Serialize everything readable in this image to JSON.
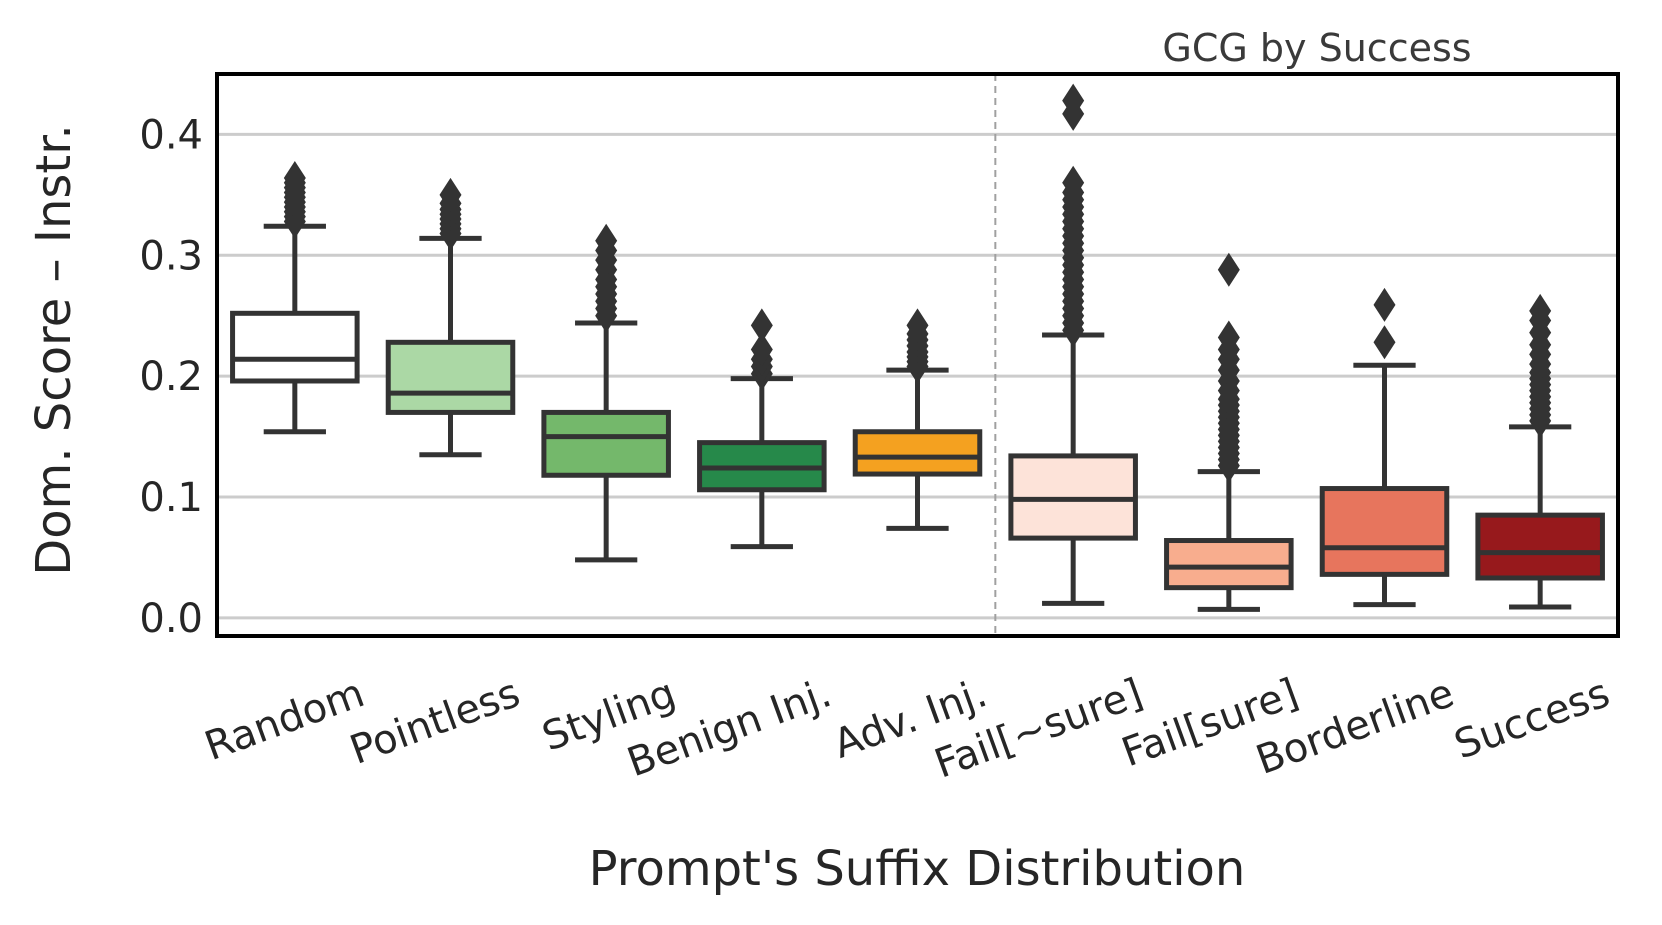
{
  "chart_data": {
    "type": "box",
    "annotation": "GCG by Success",
    "xlabel": "Prompt's Suffix Distribution",
    "ylabel": "Dom. Score – Instr.",
    "ylim": [
      -0.015,
      0.45
    ],
    "yticks": [
      "0.0",
      "0.1",
      "0.2",
      "0.3",
      "0.4"
    ],
    "ytick_values": [
      0.0,
      0.1,
      0.2,
      0.3,
      0.4
    ],
    "grid": "horizontal",
    "divider_after_index": 4,
    "categories": [
      "Random",
      "Pointless",
      "Styling",
      "Benign Inj.",
      "Adv. Inj.",
      "Fail[~sure]",
      "Fail[sure]",
      "Borderline",
      "Success"
    ],
    "boxes": [
      {
        "category": "Random",
        "color": "#ffffff",
        "whisker_low": 0.154,
        "q1": 0.196,
        "median": 0.214,
        "q3": 0.252,
        "whisker_high": 0.324,
        "outliers": [
          0.328,
          0.332,
          0.336,
          0.34,
          0.344,
          0.348,
          0.352,
          0.356,
          0.36,
          0.364
        ]
      },
      {
        "category": "Pointless",
        "color": "#abd8a5",
        "whisker_low": 0.135,
        "q1": 0.17,
        "median": 0.186,
        "q3": 0.228,
        "whisker_high": 0.314,
        "outliers": [
          0.318,
          0.322,
          0.326,
          0.33,
          0.334,
          0.338,
          0.343,
          0.35
        ]
      },
      {
        "category": "Styling",
        "color": "#74b86b",
        "whisker_low": 0.048,
        "q1": 0.118,
        "median": 0.15,
        "q3": 0.17,
        "whisker_high": 0.244,
        "outliers": [
          0.25,
          0.256,
          0.262,
          0.268,
          0.274,
          0.28,
          0.288,
          0.296,
          0.304,
          0.312
        ]
      },
      {
        "category": "Benign Inj.",
        "color": "#26894a",
        "whisker_low": 0.059,
        "q1": 0.106,
        "median": 0.124,
        "q3": 0.145,
        "whisker_high": 0.198,
        "outliers": [
          0.202,
          0.208,
          0.214,
          0.222,
          0.242
        ]
      },
      {
        "category": "Adv. Inj.",
        "color": "#f4a120",
        "whisker_low": 0.074,
        "q1": 0.119,
        "median": 0.133,
        "q3": 0.154,
        "whisker_high": 0.205,
        "outliers": [
          0.208,
          0.212,
          0.216,
          0.22,
          0.225,
          0.23,
          0.235,
          0.242
        ]
      },
      {
        "category": "Fail[~sure]",
        "color": "#fde3d9",
        "whisker_low": 0.012,
        "q1": 0.066,
        "median": 0.098,
        "q3": 0.134,
        "whisker_high": 0.234,
        "outliers": [
          0.238,
          0.244,
          0.25,
          0.256,
          0.262,
          0.268,
          0.274,
          0.28,
          0.286,
          0.292,
          0.298,
          0.304,
          0.31,
          0.316,
          0.322,
          0.328,
          0.334,
          0.34,
          0.346,
          0.352,
          0.36,
          0.417,
          0.428
        ]
      },
      {
        "category": "Fail[sure]",
        "color": "#f8ad8e",
        "whisker_low": 0.007,
        "q1": 0.025,
        "median": 0.042,
        "q3": 0.064,
        "whisker_high": 0.121,
        "outliers": [
          0.126,
          0.131,
          0.136,
          0.141,
          0.146,
          0.151,
          0.156,
          0.161,
          0.166,
          0.171,
          0.176,
          0.181,
          0.188,
          0.196,
          0.205,
          0.214,
          0.222,
          0.232,
          0.288
        ]
      },
      {
        "category": "Borderline",
        "color": "#e7755d",
        "whisker_low": 0.011,
        "q1": 0.036,
        "median": 0.058,
        "q3": 0.107,
        "whisker_high": 0.209,
        "outliers": [
          0.228,
          0.259
        ]
      },
      {
        "category": "Success",
        "color": "#97191c",
        "whisker_low": 0.009,
        "q1": 0.033,
        "median": 0.054,
        "q3": 0.085,
        "whisker_high": 0.158,
        "outliers": [
          0.163,
          0.168,
          0.173,
          0.178,
          0.183,
          0.188,
          0.193,
          0.198,
          0.203,
          0.21,
          0.218,
          0.226,
          0.236,
          0.246,
          0.254
        ]
      }
    ],
    "colors": {
      "edge": "#333333",
      "grid": "#cccccc",
      "frame": "#000000",
      "divider": "#a0a0a0"
    }
  }
}
